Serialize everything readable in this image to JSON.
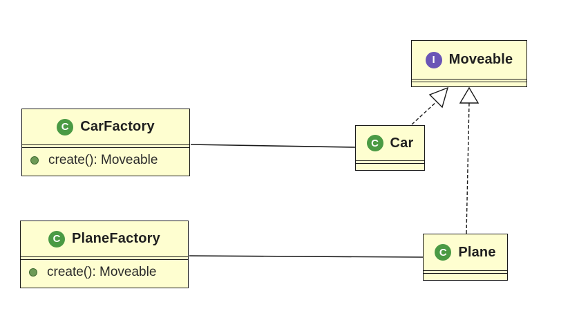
{
  "colors": {
    "class_fill": "#fefed0",
    "class_icon": "#4a9a44",
    "interface_icon": "#6a55b6",
    "method_visibility": "#6d9a56",
    "line": "#1a1a1a"
  },
  "icons": {
    "class": {
      "letter": "C",
      "name": "class-icon"
    },
    "interface": {
      "letter": "I",
      "name": "interface-icon"
    }
  },
  "classes": {
    "moveable": {
      "name": "Moveable",
      "stereotype": "interface",
      "methods": []
    },
    "car_factory": {
      "name": "CarFactory",
      "stereotype": "class",
      "methods": [
        "create(): Moveable"
      ]
    },
    "car": {
      "name": "Car",
      "stereotype": "class",
      "methods": []
    },
    "plane_factory": {
      "name": "PlaneFactory",
      "stereotype": "class",
      "methods": [
        "create(): Moveable"
      ]
    },
    "plane": {
      "name": "Plane",
      "stereotype": "class",
      "methods": []
    }
  },
  "relations": [
    {
      "from": "car",
      "to": "moveable",
      "type": "realization"
    },
    {
      "from": "plane",
      "to": "moveable",
      "type": "realization"
    },
    {
      "from": "car_factory",
      "to": "car",
      "type": "association"
    },
    {
      "from": "plane_factory",
      "to": "plane",
      "type": "association"
    }
  ]
}
